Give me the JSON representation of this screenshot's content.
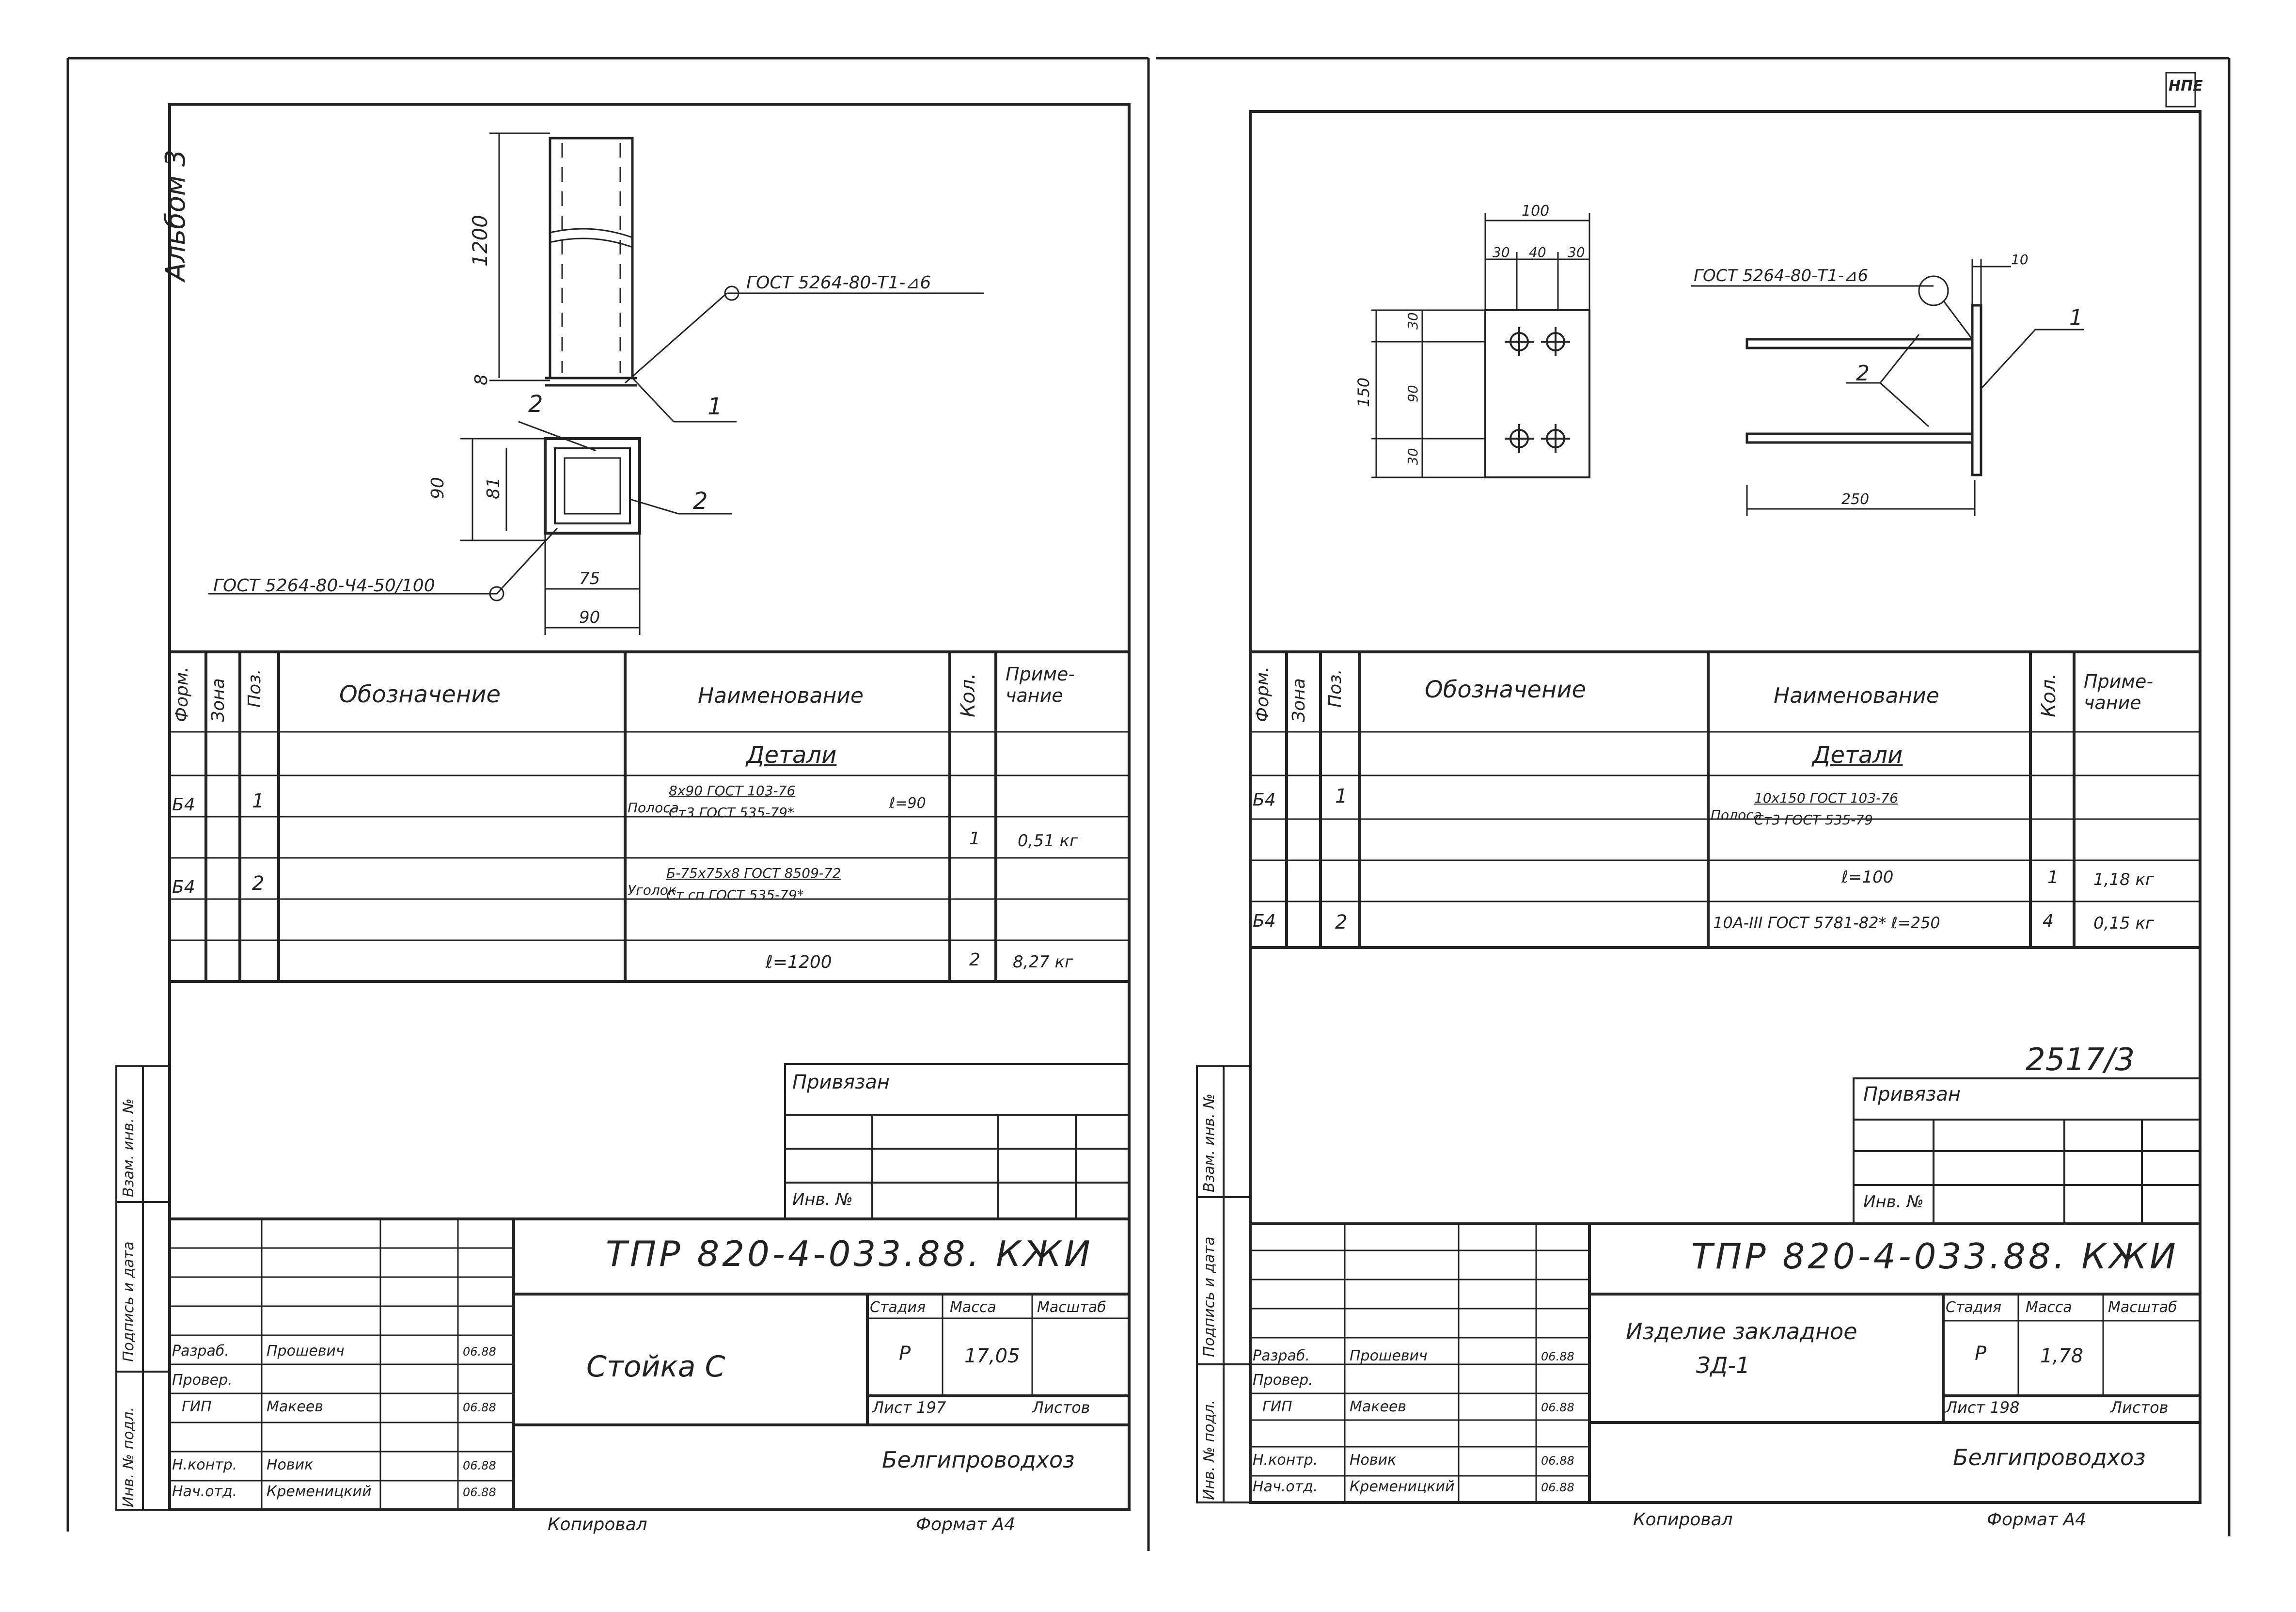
{
  "album_label": "Альбом 3",
  "corner_stamp": "НПЕ",
  "left": {
    "drawing": {
      "dim_height": "1200",
      "dim_plate": "8",
      "weld_top": "ГОСТ 5264-80-Т1-⊿6",
      "pos_1": "1",
      "pos_2a": "2",
      "pos_2b": "2",
      "dim_90_v": "90",
      "dim_81": "81",
      "dim_75": "75",
      "dim_90_h": "90",
      "weld_bottom": "ГОСТ 5264-80-Ч4-50/100"
    },
    "spec": {
      "headers": {
        "format": "Форм.",
        "zone": "Зона",
        "pos": "Поз.",
        "designation": "Обозначение",
        "name": "Наименование",
        "qty": "Кол.",
        "note": "Приме-\nчание"
      },
      "section": "Детали",
      "rows": [
        {
          "format": "Б4",
          "pos": "1",
          "name_prefix": "Полоса",
          "name_top": "8х90 ГОСТ 103-76",
          "name_bottom": "Ст3 ГОСТ 535-79*",
          "length": "ℓ=90",
          "qty": "1",
          "note": "0,51 кг"
        },
        {
          "format": "Б4",
          "pos": "2",
          "name_prefix": "Уголок",
          "name_top": "Б-75х75х8 ГОСТ 8509-72",
          "name_bottom": "Ст сп ГОСТ 535-79*",
          "length": "ℓ=1200",
          "qty": "2",
          "note": "8,27 кг"
        }
      ]
    },
    "privyazan": "Привязан",
    "inv_no": "Инв. №",
    "title_block": {
      "code": "ТПР 820-4-033.88. КЖИ",
      "item_name": "Стойка С",
      "stage_label": "Стадия",
      "mass_label": "Масса",
      "scale_label": "Масштаб",
      "stage": "Р",
      "mass": "17,05",
      "sheet_label": "Лист 197",
      "sheets_label": "Листов",
      "org": "Белгипроводхоз",
      "roles": [
        {
          "role": "Разраб.",
          "name": "Прошевич",
          "date": "06.88"
        },
        {
          "role": "Провер.",
          "name": "",
          "date": ""
        },
        {
          "role": "ГИП",
          "name": "Макеев",
          "date": "06.88"
        },
        {
          "role": "",
          "name": "",
          "date": ""
        },
        {
          "role": "Н.контр.",
          "name": "Новик",
          "date": "06.88"
        },
        {
          "role": "Нач.отд.",
          "name": "Кременицкий",
          "date": "06.88"
        }
      ]
    },
    "side_labels": [
      "Инв. № подл.",
      "Подпись и дата",
      "Взам. инв. №"
    ],
    "copied": "Копировал",
    "format": "Формат А4"
  },
  "right": {
    "drawing": {
      "dim_100": "100",
      "dim_30a": "30",
      "dim_40": "40",
      "dim_30b": "30",
      "dim_150": "150",
      "dim_30v": "30",
      "dim_90": "90",
      "dim_30bot": "30",
      "weld": "ГОСТ 5264-80-Т1-⊿6",
      "dim_10": "10",
      "pos_1": "1",
      "pos_2": "2",
      "dim_250": "250"
    },
    "spec": {
      "headers": {
        "format": "Форм.",
        "zone": "Зона",
        "pos": "Поз.",
        "designation": "Обозначение",
        "name": "Наименование",
        "qty": "Кол.",
        "note": "Приме-\nчание"
      },
      "section": "Детали",
      "rows": [
        {
          "format": "Б4",
          "pos": "1",
          "name_prefix": "Полоса",
          "name_top": "10х150 ГОСТ 103-76",
          "name_bottom": "Ст3 ГОСТ 535-79",
          "length": "ℓ=100",
          "qty": "1",
          "note": "1,18 кг"
        },
        {
          "format": "Б4",
          "pos": "2",
          "name_prefix": "",
          "name_top": "10А-III ГОСТ 5781-82* ℓ=250",
          "name_bottom": "",
          "length": "",
          "qty": "4",
          "note": "0,15 кг"
        }
      ]
    },
    "ref": "2517/3",
    "privyazan": "Привязан",
    "inv_no": "Инв. №",
    "title_block": {
      "code": "ТПР 820-4-033.88. КЖИ",
      "item_name_1": "Изделие закладное",
      "item_name_2": "ЗД-1",
      "stage_label": "Стадия",
      "mass_label": "Масса",
      "scale_label": "Масштаб",
      "stage": "Р",
      "mass": "1,78",
      "sheet_label": "Лист 198",
      "sheets_label": "Листов",
      "org": "Белгипроводхоз",
      "roles": [
        {
          "role": "Разраб.",
          "name": "Прошевич",
          "date": "06.88"
        },
        {
          "role": "Провер.",
          "name": "",
          "date": ""
        },
        {
          "role": "ГИП",
          "name": "Макеев",
          "date": "06.88"
        },
        {
          "role": "",
          "name": "",
          "date": ""
        },
        {
          "role": "Н.контр.",
          "name": "Новик",
          "date": "06.88"
        },
        {
          "role": "Нач.отд.",
          "name": "Кременицкий",
          "date": "06.88"
        }
      ]
    },
    "side_labels": [
      "Инв. № подл.",
      "Подпись и дата",
      "Взам. инв. №"
    ],
    "copied": "Копировал",
    "format": "Формат А4"
  }
}
